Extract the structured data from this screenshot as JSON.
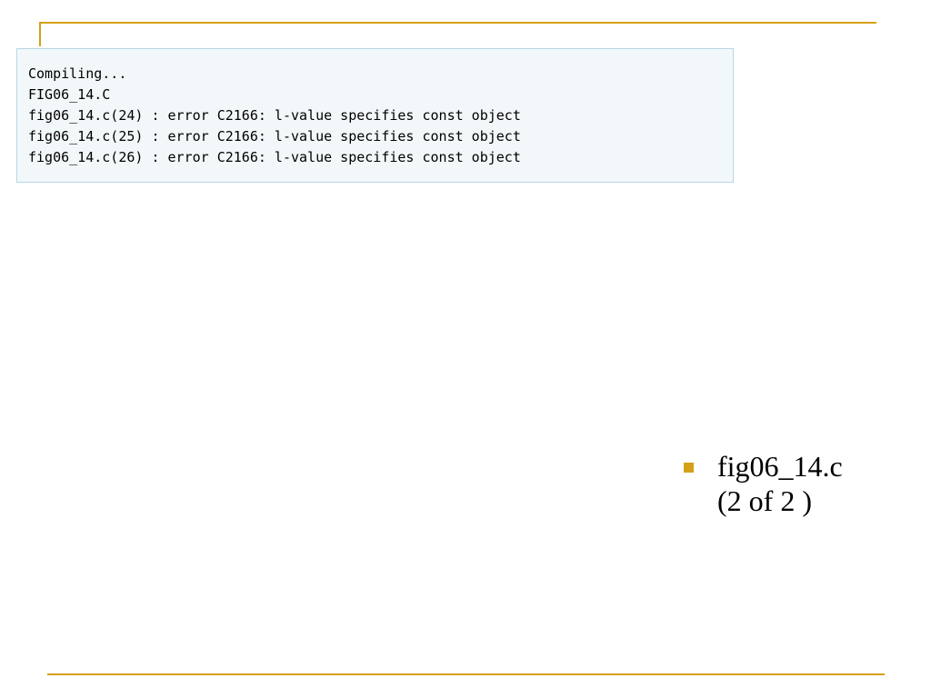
{
  "compiler_output": {
    "lines": [
      "Compiling...",
      "FIG06_14.C",
      "fig06_14.c(24) : error C2166: l-value specifies const object",
      "fig06_14.c(25) : error C2166: l-value specifies const object",
      "fig06_14.c(26) : error C2166: l-value specifies const object"
    ]
  },
  "bullets": [
    {
      "line1": "fig06_14.c",
      "line2": "(2 of 2 )"
    }
  ],
  "colors": {
    "accent": "#d4a017",
    "output_background": "#f2f8fa",
    "output_border": "#b8d6e6"
  }
}
